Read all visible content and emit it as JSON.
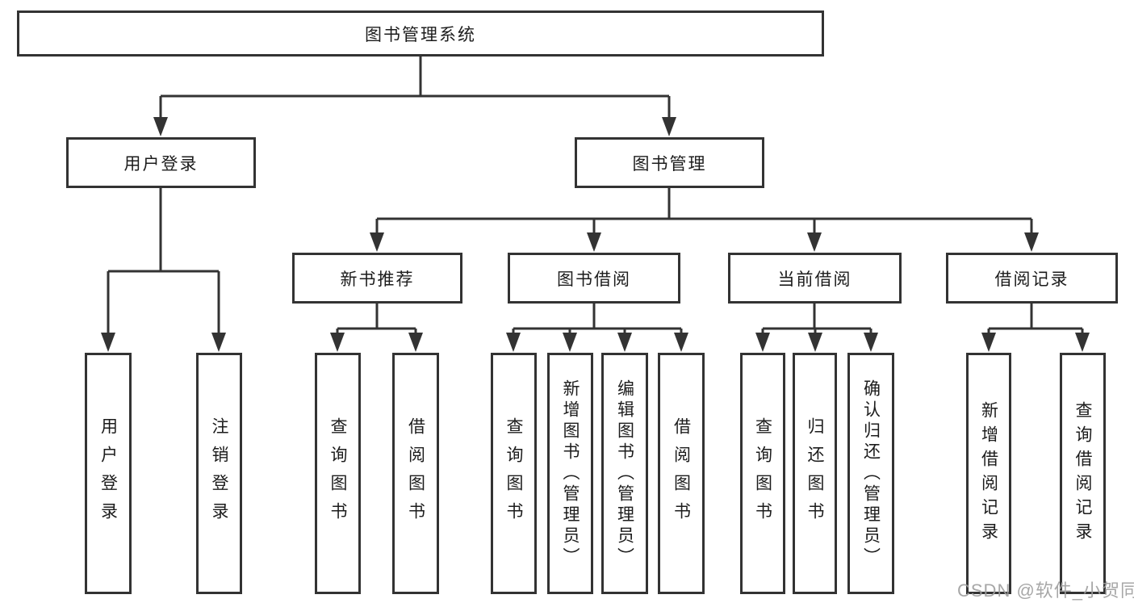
{
  "diagram_title": "图书管理系统",
  "tree": {
    "label": "图书管理系统",
    "children": [
      {
        "label": "用户登录",
        "children": [
          {
            "label": "用户登录"
          },
          {
            "label": "注销登录"
          }
        ]
      },
      {
        "label": "图书管理",
        "children": [
          {
            "label": "新书推荐",
            "children": [
              {
                "label": "查询图书"
              },
              {
                "label": "借阅图书"
              }
            ]
          },
          {
            "label": "图书借阅",
            "children": [
              {
                "label": "查询图书"
              },
              {
                "label": "新增图书（管理员）"
              },
              {
                "label": "编辑图书（管理员）"
              },
              {
                "label": "借阅图书"
              }
            ]
          },
          {
            "label": "当前借阅",
            "children": [
              {
                "label": "查询图书"
              },
              {
                "label": "归还图书"
              },
              {
                "label": "确认归还（管理员）"
              }
            ]
          },
          {
            "label": "借阅记录",
            "children": [
              {
                "label": "新增借阅记录"
              },
              {
                "label": "查询借阅记录"
              }
            ]
          }
        ]
      }
    ]
  },
  "watermark": "CSDN @软件_小贺同学",
  "colors": {
    "line": "#333333",
    "text": "#1c1c1c",
    "background": "#ffffff",
    "watermark": "#9e9e9e"
  }
}
